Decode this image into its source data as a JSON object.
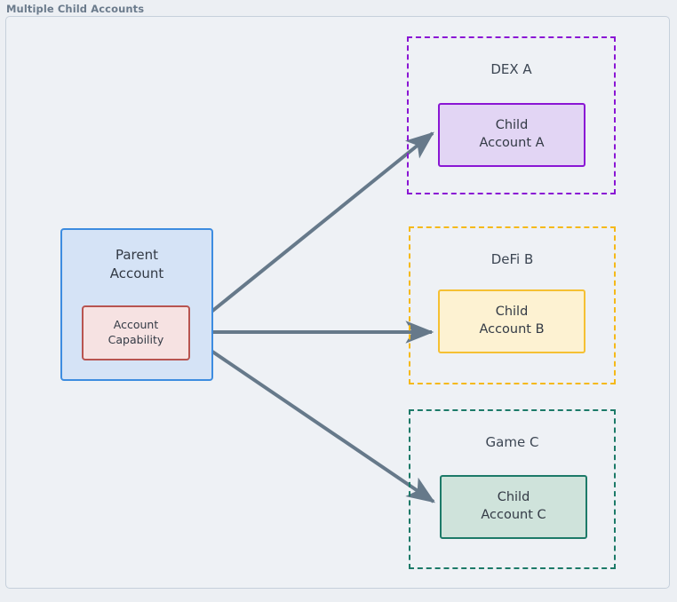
{
  "diagram": {
    "title": "Multiple Child Accounts",
    "parent": {
      "label": "Parent\nAccount",
      "label_line1": "Parent",
      "label_line2": "Account",
      "fill": "#d5e3f6",
      "stroke": "#3d8ce0"
    },
    "capability": {
      "label_line1": "Account",
      "label_line2": "Capability",
      "fill": "#f6e2e2",
      "stroke": "#b85450"
    },
    "groups": [
      {
        "name": "dex-a",
        "label": "DEX A",
        "stroke": "#8a16d4",
        "child": {
          "label_line1": "Child",
          "label_line2": "Account A",
          "fill": "#e2d5f4",
          "stroke": "#8a16d4"
        }
      },
      {
        "name": "defi-b",
        "label": "DeFi B",
        "stroke": "#f5b919",
        "child": {
          "label_line1": "Child",
          "label_line2": "Account B",
          "fill": "#fdf2d2",
          "stroke": "#f5c033"
        }
      },
      {
        "name": "game-c",
        "label": "Game C",
        "stroke": "#1c7a68",
        "child": {
          "label_line1": "Child",
          "label_line2": "Account C",
          "fill": "#cfe3db",
          "stroke": "#1c7a68"
        }
      }
    ],
    "edges": [
      {
        "name": "capability-to-child-a",
        "from": "Account Capability",
        "to": "Child Account A",
        "label": "",
        "color": "#66798a"
      },
      {
        "name": "capability-to-child-b",
        "from": "Account Capability",
        "to": "Child Account B",
        "label": "",
        "color": "#66798a"
      },
      {
        "name": "capability-to-child-c",
        "from": "Account Capability",
        "to": "Child Account C",
        "label": "",
        "color": "#66798a"
      }
    ],
    "colors": {
      "canvas_background": "#eef1f5",
      "canvas_border": "#c6d0db",
      "page_background": "#eceff3",
      "text": "#333a45",
      "title_text": "#6b7b8c",
      "edge": "#66798a"
    }
  }
}
